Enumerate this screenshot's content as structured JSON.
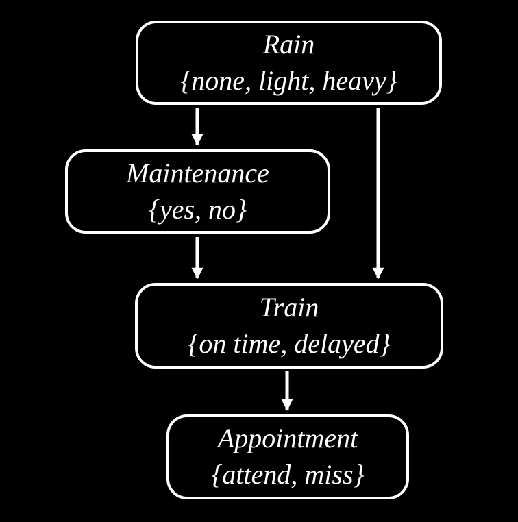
{
  "diagram": {
    "type": "bayesian-network",
    "colors": {
      "background": "#000000",
      "node_border": "#ffffff",
      "text": "#ffffff",
      "arrow": "#ffffff"
    },
    "nodes": {
      "rain": {
        "label": "Rain",
        "domain": "{none, light, heavy}"
      },
      "maintenance": {
        "label": "Maintenance",
        "domain": "{yes, no}"
      },
      "train": {
        "label": "Train",
        "domain": "{on time, delayed}"
      },
      "appointment": {
        "label": "Appointment",
        "domain": "{attend, miss}"
      }
    },
    "edges": [
      {
        "from": "Rain",
        "to": "Maintenance"
      },
      {
        "from": "Rain",
        "to": "Train"
      },
      {
        "from": "Maintenance",
        "to": "Train"
      },
      {
        "from": "Train",
        "to": "Appointment"
      }
    ]
  }
}
